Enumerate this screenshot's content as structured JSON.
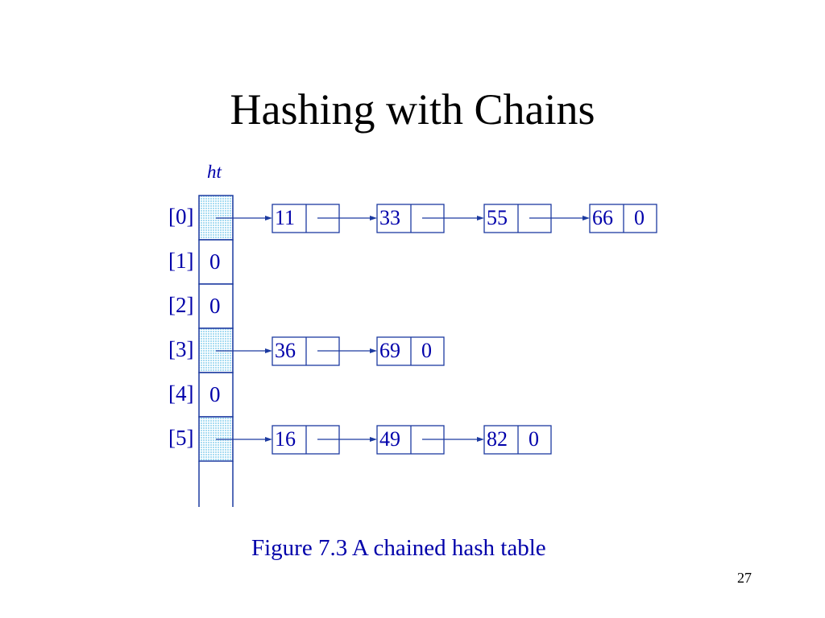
{
  "slide": {
    "title": "Hashing with Chains",
    "page_number": "27"
  },
  "figure": {
    "caption": "Figure 7.3 A chained hash table",
    "table_label": "ht",
    "line_color": "#1c3aa0",
    "text_color": "#0000aa",
    "shade_color": "#a8dcf2",
    "buckets": [
      {
        "index": "[0]",
        "null_value": "",
        "chain": [
          "11",
          "33",
          "55",
          "66"
        ]
      },
      {
        "index": "[1]",
        "null_value": "0",
        "chain": []
      },
      {
        "index": "[2]",
        "null_value": "0",
        "chain": []
      },
      {
        "index": "[3]",
        "null_value": "",
        "chain": [
          "36",
          "69"
        ]
      },
      {
        "index": "[4]",
        "null_value": "0",
        "chain": []
      },
      {
        "index": "[5]",
        "null_value": "",
        "chain": [
          "16",
          "49",
          "82"
        ]
      }
    ],
    "end_marker": "0"
  }
}
